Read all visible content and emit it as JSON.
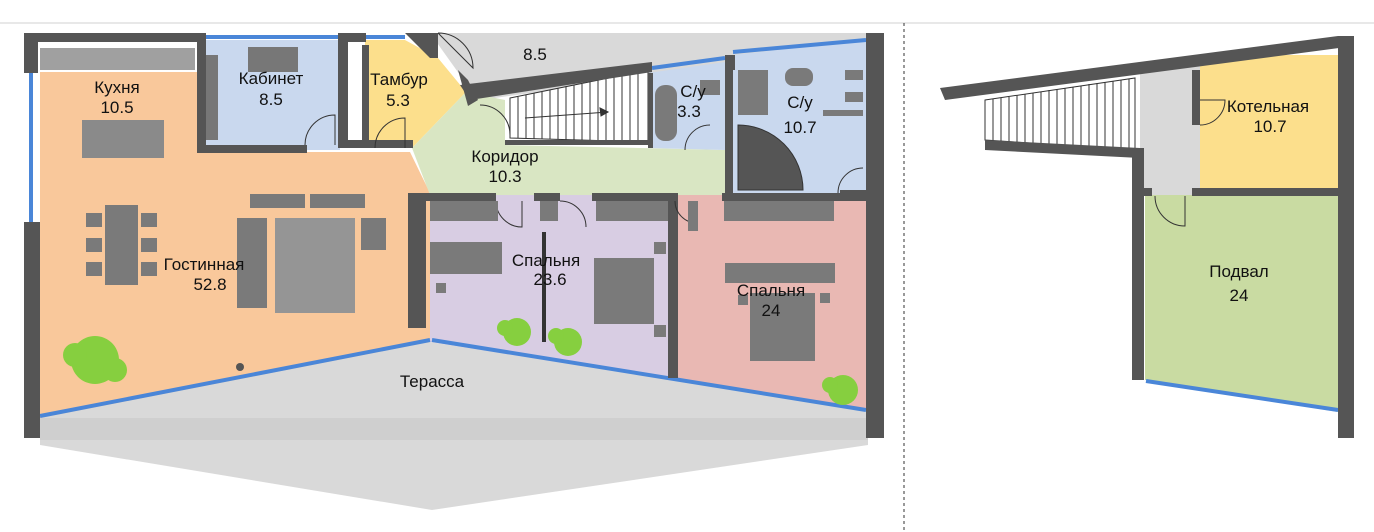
{
  "floors": {
    "ground": {
      "rooms": {
        "kitchen": {
          "name": "Кухня",
          "area": "10.5"
        },
        "office": {
          "name": "Кабинет",
          "area": "8.5"
        },
        "vestibule": {
          "name": "Тамбур",
          "area": "5.3"
        },
        "porch": {
          "area": "8.5"
        },
        "wc_small": {
          "name": "С/у",
          "area": "3.3"
        },
        "wc_large": {
          "name": "С/у",
          "area": "10.7"
        },
        "corridor": {
          "name": "Коридор",
          "area": "10.3"
        },
        "living": {
          "name": "Гостинная",
          "area": "52.8"
        },
        "bedroom1": {
          "name": "Спальня",
          "area": "23.6"
        },
        "bedroom2": {
          "name": "Спальня",
          "area": "24"
        },
        "terrace": {
          "name": "Терасса"
        }
      }
    },
    "basement": {
      "rooms": {
        "boiler": {
          "name": "Котельная",
          "area": "10.7"
        },
        "cellar": {
          "name": "Подвал",
          "area": "24"
        }
      }
    }
  },
  "colors": {
    "wall": "#555555",
    "window": "#4a86d8",
    "kitchen_living": "#f9c89b",
    "office_wc": "#c9d8ee",
    "vestibule_boiler": "#fcdf8c",
    "corridor": "#d9e6c3",
    "bedroom1": "#d8cde3",
    "bedroom2": "#e9b8b3",
    "cellar": "#c9dba2",
    "terrace": "#d9d9d9",
    "plant": "#86cf3f",
    "furniture": "#7a7a7a"
  }
}
